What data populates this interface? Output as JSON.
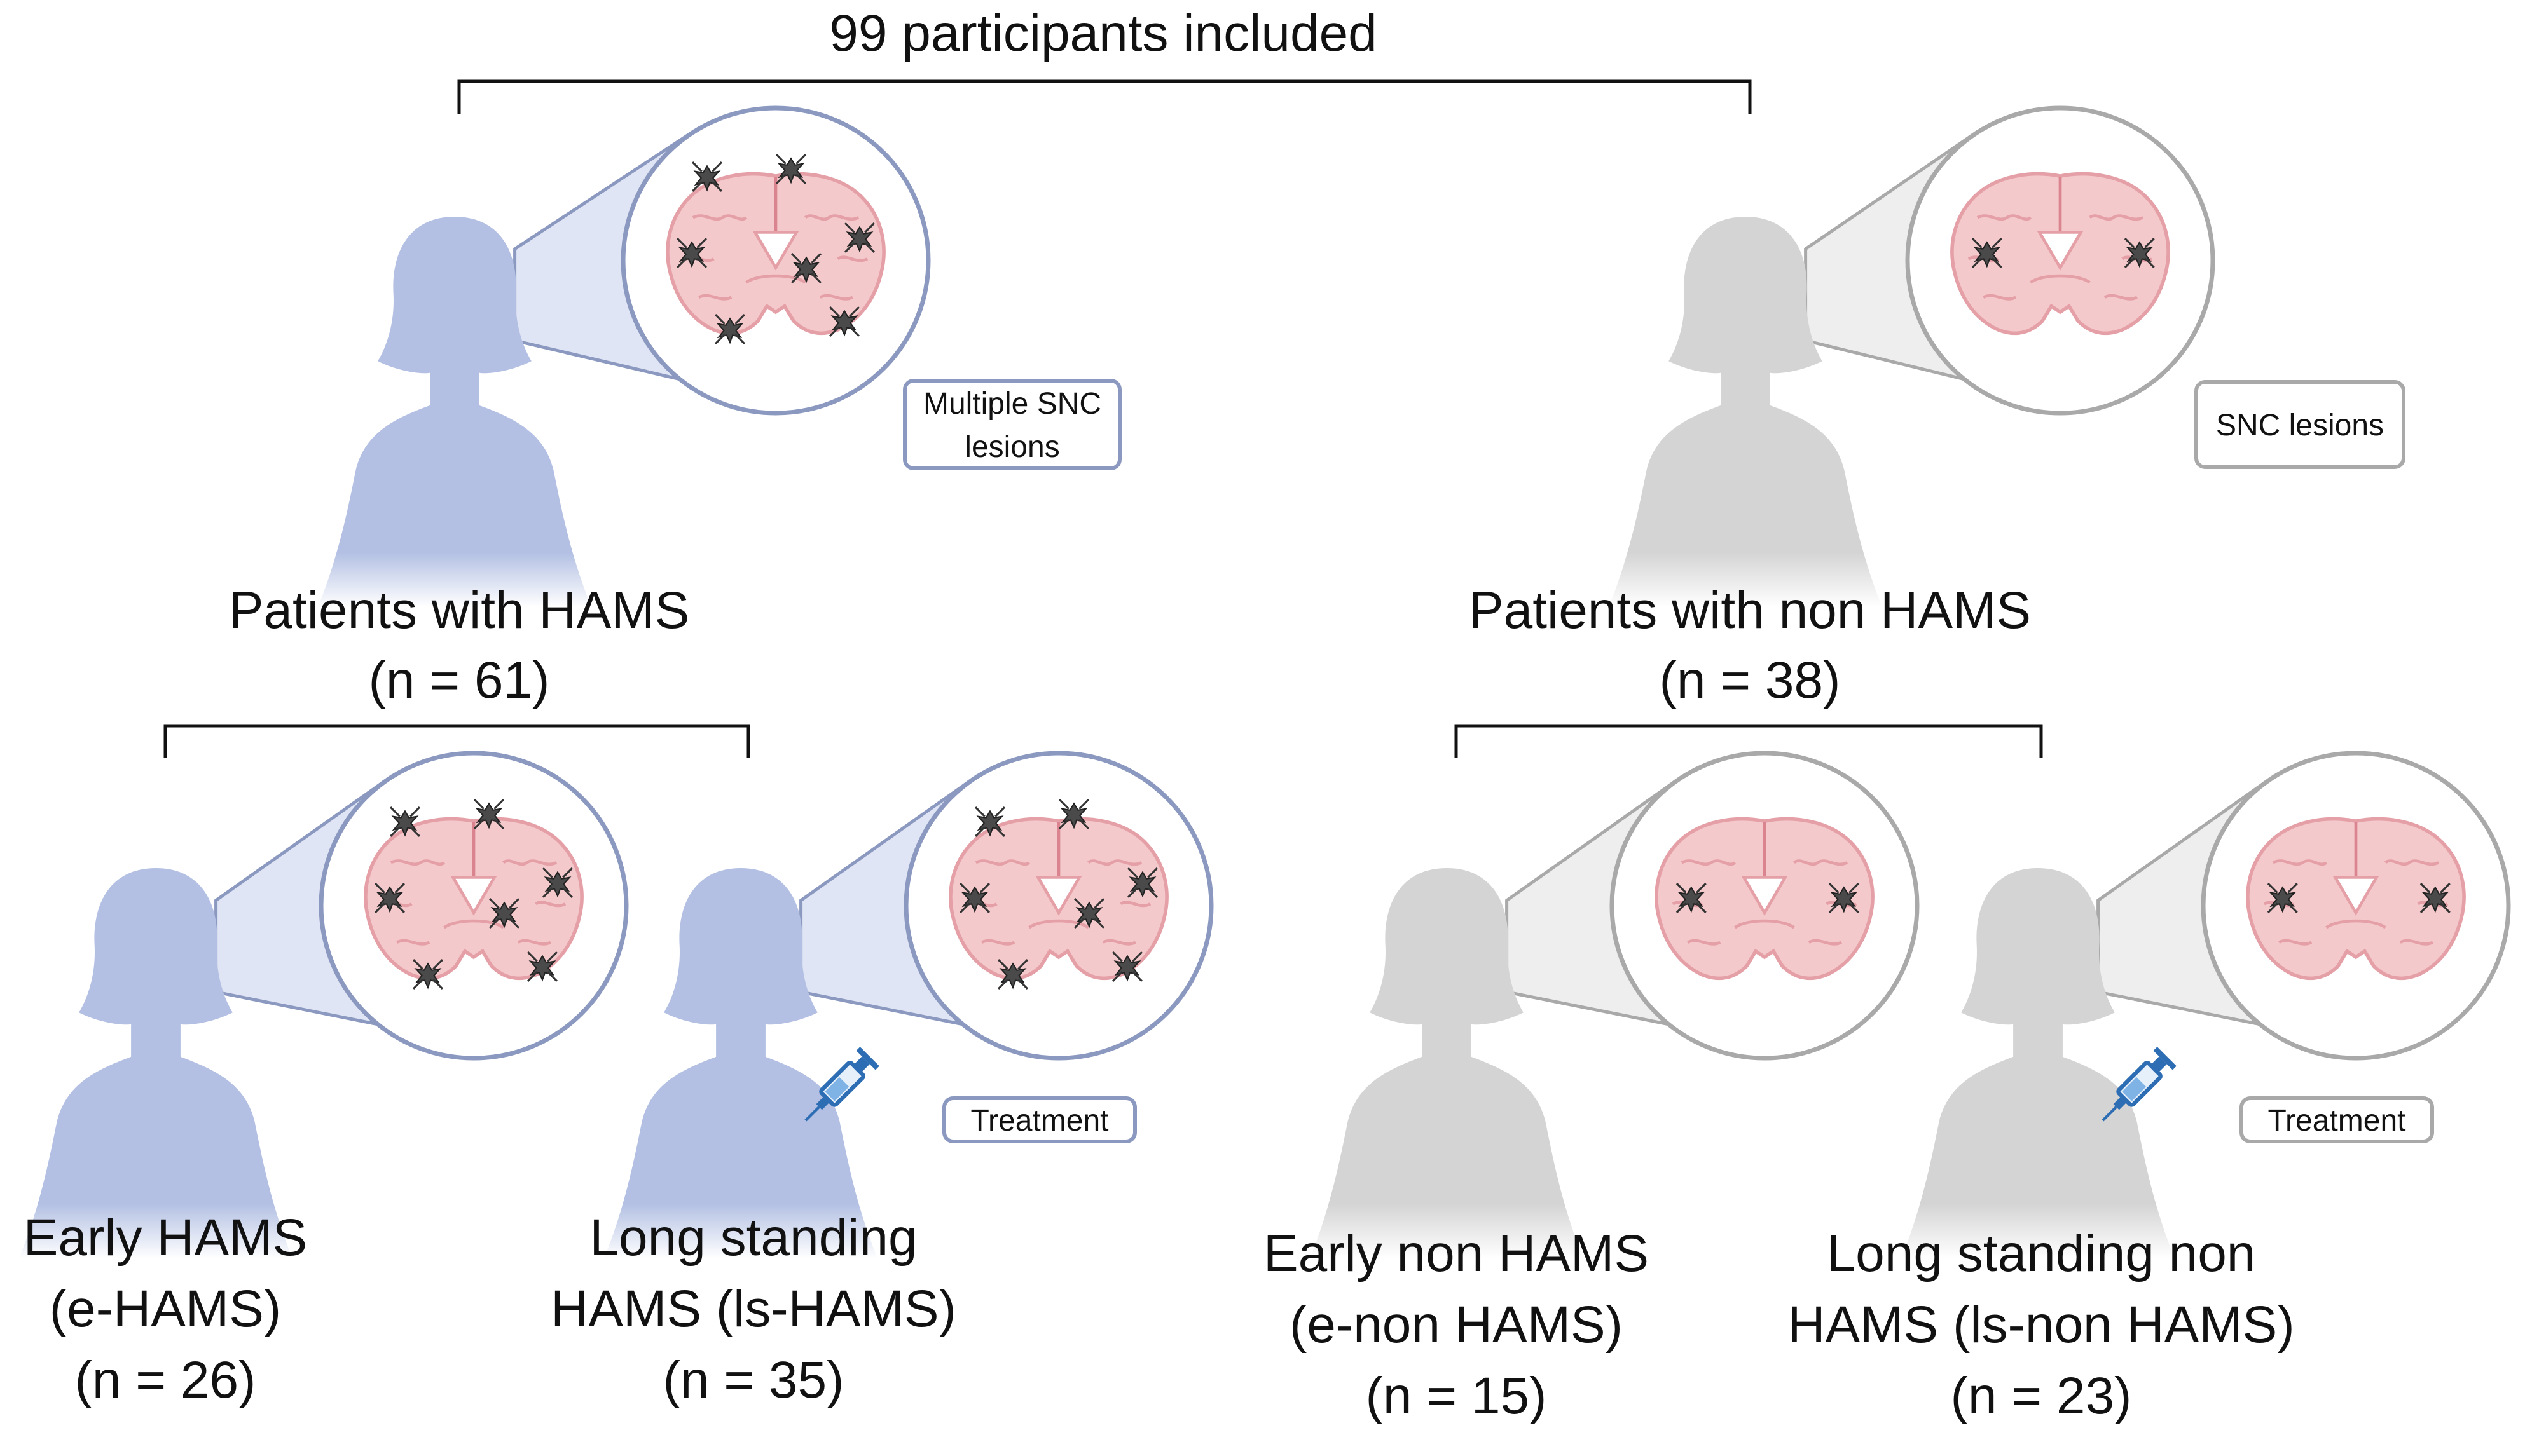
{
  "diagram": {
    "root": {
      "label": "99 participants included"
    },
    "groups": [
      {
        "id": "hams",
        "title": "Patients with HAMS",
        "count": "(n = 61)",
        "color": "#b3c0e3",
        "lesion_note": [
          "Multiple SNC",
          "lesions"
        ],
        "subgroups": [
          {
            "id": "e-hams",
            "lines": [
              "Early HAMS",
              "(e-HAMS)",
              "(n = 26)"
            ]
          },
          {
            "id": "ls-hams",
            "lines": [
              "Long standing",
              "HAMS (ls-HAMS)",
              "(n = 35)"
            ],
            "treatment": "Treatment"
          }
        ]
      },
      {
        "id": "non-hams",
        "title": "Patients with non HAMS",
        "count": "(n = 38)",
        "color": "#d4d4d4",
        "lesion_note": [
          "SNC lesions"
        ],
        "subgroups": [
          {
            "id": "e-non-hams",
            "lines": [
              "Early non HAMS",
              "(e-non HAMS)",
              "(n = 15)"
            ]
          },
          {
            "id": "ls-non-hams",
            "lines": [
              "Long standing non",
              "HAMS (ls-non HAMS)",
              "(n = 23)"
            ],
            "treatment": "Treatment"
          }
        ]
      }
    ],
    "colors": {
      "hams_body": "#b3c0e3",
      "hams_ring": "#8b98bf",
      "non_hams_body": "#d4d4d4",
      "non_hams_ring": "#a9a9a9",
      "brain": "#f4c9cb",
      "brain_stroke": "#e4a0a6",
      "lesion": "#4a4a4a"
    }
  }
}
